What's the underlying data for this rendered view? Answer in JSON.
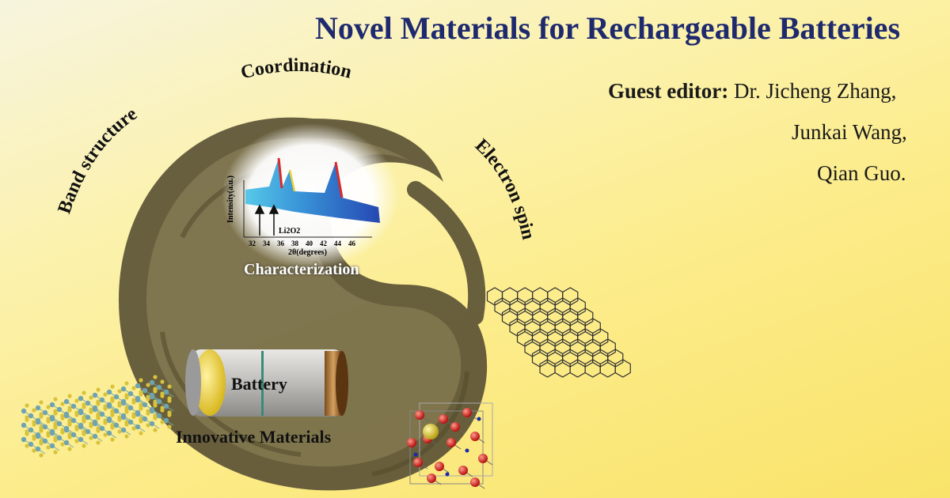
{
  "title": "Novel Materials for Rechargeable Batteries",
  "editors": {
    "label": "Guest editor:",
    "names": [
      "Dr. Jicheng Zhang,",
      "Junkai Wang,",
      "Qian Guo."
    ]
  },
  "ring_labels": {
    "coordination": "Coordination",
    "band_structure": "Band structure",
    "electron_spin": "Electron spin"
  },
  "inset": {
    "caption": "Characterization",
    "y_axis_label": "Intensity(a.u.)",
    "x_axis_label": "2θ(degrees)",
    "x_ticks": [
      "32",
      "34",
      "36",
      "38",
      "40",
      "42",
      "44",
      "46"
    ],
    "peak_label": "Li2O2"
  },
  "battery": {
    "label": "Battery",
    "caption": "Innovative Materials"
  },
  "colors": {
    "title": "#1f2a6e",
    "swirl": "#5c5336",
    "background_start": "#f7f4df",
    "background_end": "#f9e36a"
  }
}
